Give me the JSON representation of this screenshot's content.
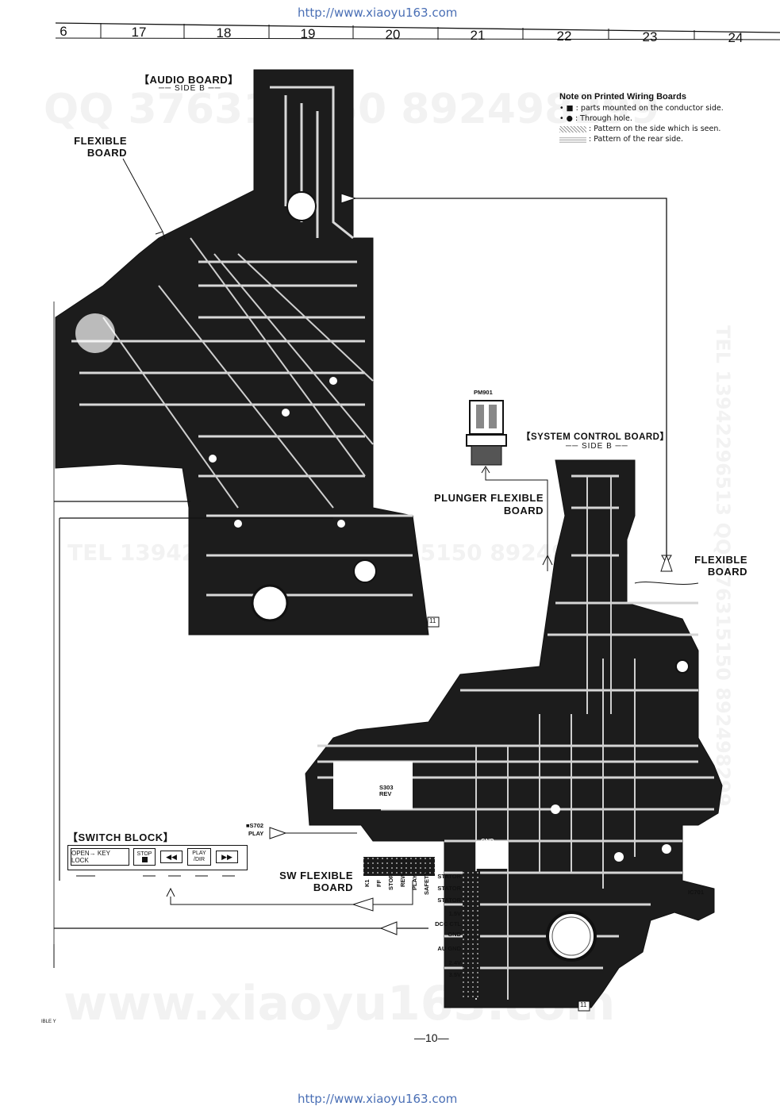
{
  "header": {
    "url_top": "http://www.xiaoyu163.com",
    "url_bottom": "http://www.xiaoyu163.com",
    "grid_numbers": [
      "6",
      "17",
      "18",
      "19",
      "20",
      "21",
      "22",
      "23",
      "24"
    ]
  },
  "watermarks": {
    "qq": "QQ 376315150  892498299",
    "tel_mid": "TEL 13942296513  QQ 376315150  892498299",
    "tel_right": "TEL 13942296513  QQ 376315150  892498299",
    "site": "www.xiaoyu163.com"
  },
  "audio_board": {
    "title": "AUDIO BOARD",
    "side": "SIDE B",
    "flexible_board": "FLEXIBLE BOARD",
    "page_ref": "11"
  },
  "note": {
    "title": "Note on Printed Wiring Boards",
    "items": [
      ": parts mounted on the conductor side.",
      ": Through hole.",
      ": Pattern on the side which is seen.",
      ": Pattern of the rear side."
    ]
  },
  "plunger": {
    "part": "PM901",
    "label": "PLUNGER FLEXIBLE BOARD"
  },
  "system_control": {
    "title": "SYSTEM CONTROL BOARD",
    "side": "SIDE B",
    "flexible_board": "FLEXIBLE BOARD",
    "page_ref": "11",
    "labels": [
      "S303",
      "REV",
      "IC701",
      "GND"
    ]
  },
  "switch_block": {
    "title": "SWITCH BLOCK",
    "buttons": [
      "OPEN→ KEY LOCK",
      "STOP",
      "◀◀",
      "PLAY /DIR",
      "▶▶"
    ],
    "s702": "S702",
    "s702_label": "PLAY"
  },
  "sw_flexible": {
    "label": "SW FLEXIBLE BOARD",
    "pins": [
      "K1",
      "FF",
      "STOP",
      "REW",
      "PLAY",
      "SAFETY"
    ]
  },
  "connector_pins": [
    "STATOR",
    "STATOR",
    "STATOR",
    "1.5V",
    "DCC CTL",
    "GND",
    "AU GND",
    "2.4V",
    "3.5V"
  ],
  "footer": {
    "page": "—10—",
    "corner": "IBLE Y"
  }
}
